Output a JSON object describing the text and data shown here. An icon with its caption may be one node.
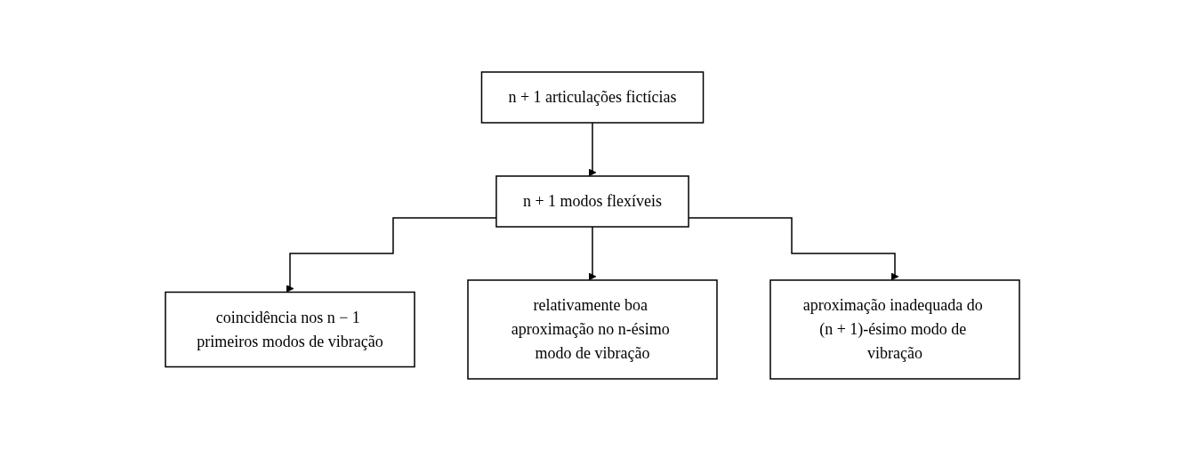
{
  "diagram": {
    "nodes": [
      {
        "text": [
          "n + 1 articulações fictícias"
        ]
      },
      {
        "text": [
          "n + 1 modos flexíveis"
        ]
      },
      {
        "text": [
          "coincidência nos n − 1 primeiros modos de vibração"
        ]
      },
      {
        "text": [
          "relativamente boa aproximação no n-ésimo modo de vibração"
        ]
      },
      {
        "text": [
          "aproximação inadequada do (n + 1)-ésimo modo de vibração"
        ]
      }
    ],
    "edges": [
      {
        "from": 0,
        "to": 1,
        "arrow": "to"
      },
      {
        "from": 1,
        "to": 2,
        "arrow": "to"
      },
      {
        "from": 1,
        "to": 3,
        "arrow": "to"
      },
      {
        "from": 1,
        "to": 4,
        "arrow": "to"
      }
    ]
  }
}
